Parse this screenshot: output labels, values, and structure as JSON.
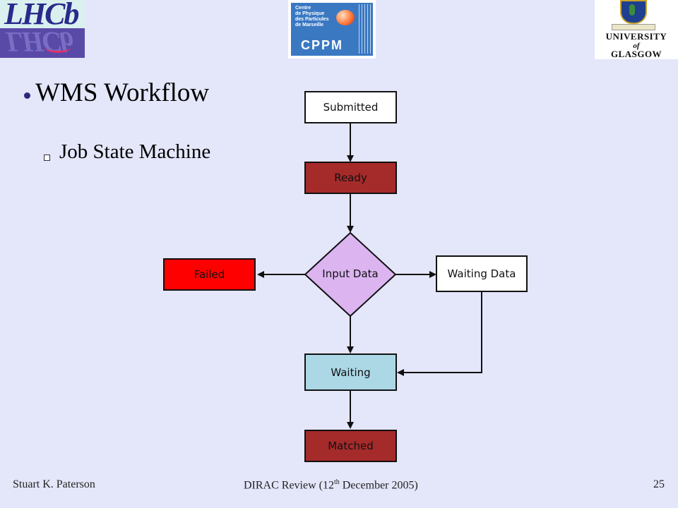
{
  "logos": {
    "lhcb": {
      "text": "LHCb"
    },
    "cppm": {
      "lines": [
        "Centre",
        "de Physique",
        "des Particules",
        "de Marseille"
      ],
      "word": "CPPM"
    },
    "glasgow": {
      "line1": "UNIVERSITY",
      "line2": "of",
      "line3": "GLASGOW"
    }
  },
  "slide": {
    "title": "WMS Workflow",
    "subtitle": "Job State Machine"
  },
  "diagram": {
    "nodes": {
      "submitted": {
        "label": "Submitted",
        "color": "#ffffff"
      },
      "ready": {
        "label": "Ready",
        "color": "#a52a2a"
      },
      "input_data": {
        "label": "Input Data",
        "color": "#dcb4f0"
      },
      "failed": {
        "label": "Failed",
        "color": "#ff0000"
      },
      "waiting_data": {
        "label": "Waiting Data",
        "color": "#ffffff"
      },
      "waiting": {
        "label": "Waiting",
        "color": "#acd8e6"
      },
      "matched": {
        "label": "Matched",
        "color": "#a52a2a"
      }
    },
    "edges": [
      {
        "from": "Submitted",
        "to": "Ready"
      },
      {
        "from": "Ready",
        "to": "Input Data"
      },
      {
        "from": "Input Data",
        "to": "Failed"
      },
      {
        "from": "Input Data",
        "to": "Waiting Data"
      },
      {
        "from": "Input Data",
        "to": "Waiting"
      },
      {
        "from": "Waiting Data",
        "to": "Waiting"
      },
      {
        "from": "Waiting",
        "to": "Matched"
      }
    ]
  },
  "footer": {
    "author": "Stuart K. Paterson",
    "center_prefix": "DIRAC Review (12",
    "center_sup": "th",
    "center_suffix": " December 2005)",
    "page_number": "25"
  }
}
